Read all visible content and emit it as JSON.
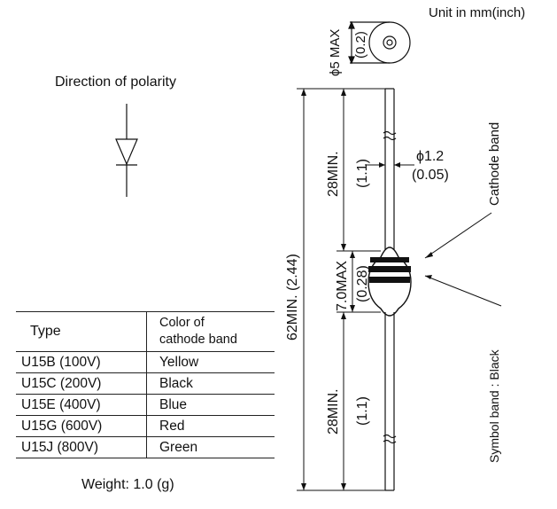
{
  "unit_note": "Unit in mm(inch)",
  "polarity_title": "Direction of polarity",
  "weight": "Weight: 1.0 (g)",
  "table": {
    "header_type": "Type",
    "header_color_line1": "Color of",
    "header_color_line2": "cathode band",
    "rows": [
      {
        "type": "U15B (100V)",
        "color": "Yellow"
      },
      {
        "type": "U15C (200V)",
        "color": "Black"
      },
      {
        "type": "U15E (400V)",
        "color": "Blue"
      },
      {
        "type": "U15G (600V)",
        "color": "Red"
      },
      {
        "type": "U15J  (800V)",
        "color": "Green"
      }
    ]
  },
  "dims": {
    "body_diameter": "ϕ5 MAX",
    "body_diameter_inch": "(0.2)",
    "lead_diameter": "ϕ1.2",
    "lead_diameter_inch": "(0.05)",
    "total_length": "62MIN. (2.44)",
    "lead_top": "28MIN.",
    "lead_top_inch": "(1.1)",
    "body_length": "7.0MAX",
    "body_length_inch": "(0.28)",
    "lead_bottom": "28MIN.",
    "lead_bottom_inch": "(1.1)"
  },
  "labels": {
    "cathode_band": "Cathode band",
    "symbol_band": "Symbol  band : Black"
  }
}
